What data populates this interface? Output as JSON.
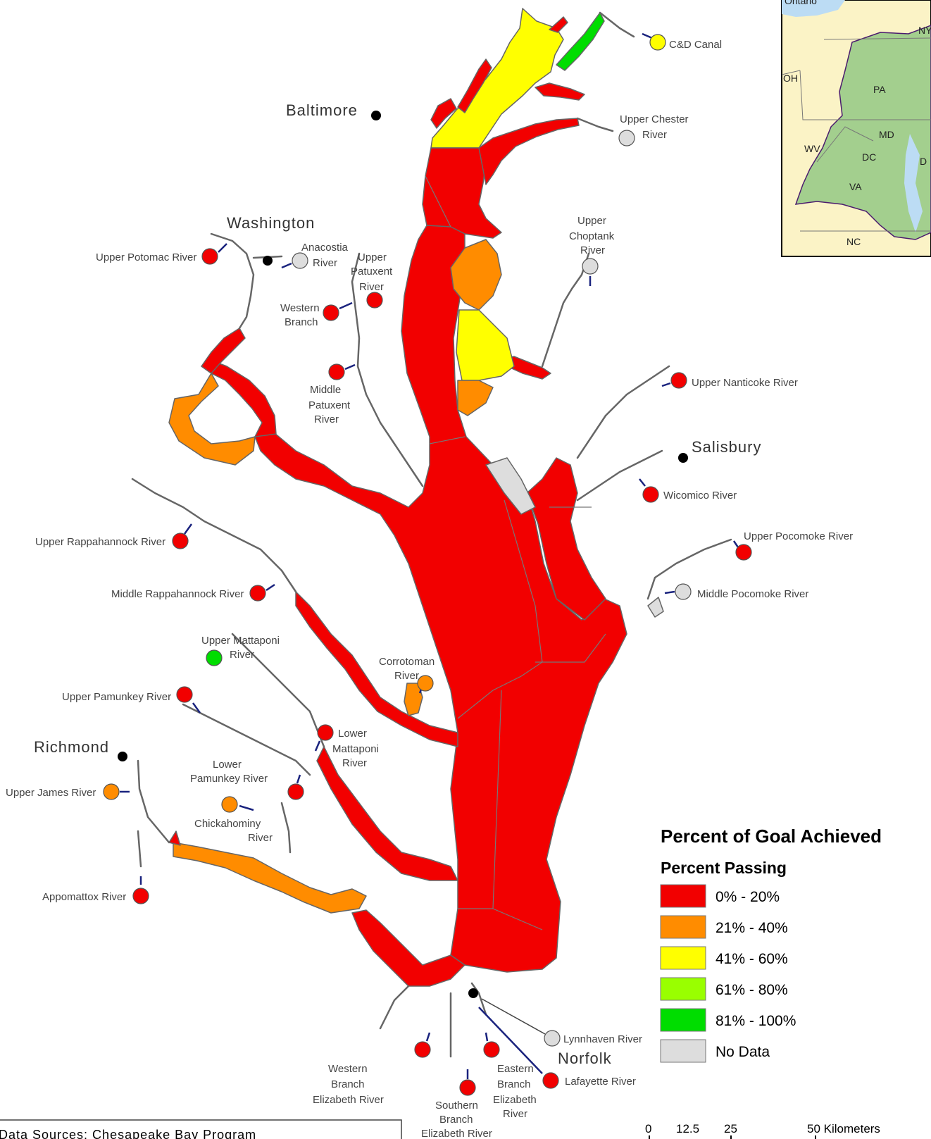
{
  "colors": {
    "class_0_20": "#f20000",
    "class_21_40": "#ff8c00",
    "class_41_60": "#ffff00",
    "class_61_80": "#99ff00",
    "class_81_100": "#00dd00",
    "no_data": "#dddddd",
    "leader": "#1a237e",
    "shoreline": "#666666",
    "inset_land": "#fbf3c6",
    "inset_watershed": "#a3cf8e",
    "inset_water": "#bcdcf4"
  },
  "cities": [
    {
      "id": "baltimore",
      "label": "Baltimore"
    },
    {
      "id": "washington",
      "label": "Washington"
    },
    {
      "id": "salisbury",
      "label": "Salisbury"
    },
    {
      "id": "richmond",
      "label": "Richmond"
    },
    {
      "id": "norfolk",
      "label": "Norfolk"
    }
  ],
  "stations": [
    {
      "id": "cd-canal",
      "lines": [
        "C&D Canal"
      ],
      "class": "41-60%"
    },
    {
      "id": "upper-chester",
      "lines": [
        "Upper Chester",
        "River"
      ],
      "class": "No Data"
    },
    {
      "id": "upper-potomac",
      "lines": [
        "Upper Potomac River"
      ],
      "class": "0-20%"
    },
    {
      "id": "anacostia",
      "lines": [
        "Anacostia",
        "River"
      ],
      "class": "No Data"
    },
    {
      "id": "upper-patuxent",
      "lines": [
        "Upper",
        "Patuxent",
        "River"
      ],
      "class": "0-20%"
    },
    {
      "id": "upper-choptank",
      "lines": [
        "Upper",
        "Choptank",
        "River"
      ],
      "class": "No Data"
    },
    {
      "id": "western-branch",
      "lines": [
        "Western",
        "Branch"
      ],
      "class": "0-20%"
    },
    {
      "id": "middle-patuxent",
      "lines": [
        "Middle",
        "Patuxent",
        "River"
      ],
      "class": "0-20%"
    },
    {
      "id": "upper-nanticoke",
      "lines": [
        "Upper Nanticoke River"
      ],
      "class": "0-20%"
    },
    {
      "id": "wicomico",
      "lines": [
        "Wicomico River"
      ],
      "class": "0-20%"
    },
    {
      "id": "upper-pocomoke",
      "lines": [
        "Upper Pocomoke River"
      ],
      "class": "0-20%"
    },
    {
      "id": "middle-pocomoke",
      "lines": [
        "Middle Pocomoke River"
      ],
      "class": "No Data"
    },
    {
      "id": "upper-rappahannock",
      "lines": [
        "Upper Rappahannock River"
      ],
      "class": "0-20%"
    },
    {
      "id": "middle-rappahannock",
      "lines": [
        "Middle Rappahannock River"
      ],
      "class": "0-20%"
    },
    {
      "id": "upper-mattaponi",
      "lines": [
        "Upper Mattaponi",
        "River"
      ],
      "class": "81-100%"
    },
    {
      "id": "corrotoman",
      "lines": [
        "Corrotoman",
        "River"
      ],
      "class": "21-40%"
    },
    {
      "id": "upper-pamunkey",
      "lines": [
        "Upper Pamunkey River"
      ],
      "class": "0-20%"
    },
    {
      "id": "lower-mattaponi",
      "lines": [
        "Lower",
        "Mattaponi",
        "River"
      ],
      "class": "0-20%"
    },
    {
      "id": "lower-pamunkey",
      "lines": [
        "Lower",
        "Pamunkey River"
      ],
      "class": "0-20%"
    },
    {
      "id": "upper-james",
      "lines": [
        "Upper James River"
      ],
      "class": "21-40%"
    },
    {
      "id": "chickahominy",
      "lines": [
        "Chickahominy",
        "River"
      ],
      "class": "21-40%"
    },
    {
      "id": "appomattox",
      "lines": [
        "Appomattox River"
      ],
      "class": "0-20%"
    },
    {
      "id": "lynnhaven",
      "lines": [
        "Lynnhaven River"
      ],
      "class": "No Data"
    },
    {
      "id": "western-branch-elizabeth",
      "lines": [
        "Western",
        "Branch",
        "Elizabeth River"
      ],
      "class": "0-20%"
    },
    {
      "id": "eastern-branch-elizabeth",
      "lines": [
        "Eastern",
        "Branch",
        "Elizabeth",
        "River"
      ],
      "class": "0-20%"
    },
    {
      "id": "southern-branch-elizabeth",
      "lines": [
        "Southern",
        "Branch",
        "Elizabeth River"
      ],
      "class": "0-20%"
    },
    {
      "id": "lafayette",
      "lines": [
        "Lafayette River"
      ],
      "class": "0-20%"
    }
  ],
  "legend": {
    "title": "Percent of Goal Achieved",
    "subtitle": "Percent Passing",
    "items": [
      {
        "label": "0% - 20%",
        "color": "#f20000"
      },
      {
        "label": "21% - 40%",
        "color": "#ff8c00"
      },
      {
        "label": "41% - 60%",
        "color": "#ffff00"
      },
      {
        "label": "61% - 80%",
        "color": "#99ff00"
      },
      {
        "label": "81% - 100%",
        "color": "#00dd00"
      },
      {
        "label": "No Data",
        "color": "#dddddd"
      }
    ]
  },
  "inset": {
    "labels": [
      "Ontario",
      "NY",
      "OH",
      "PA",
      "MD",
      "WV",
      "DC",
      "D",
      "VA",
      "NC"
    ]
  },
  "scale_bar": {
    "ticks": [
      "0",
      "12.5",
      "25",
      "50 Kilometers"
    ]
  },
  "source_note": "Data Sources:  Chesapeake Bay Program"
}
